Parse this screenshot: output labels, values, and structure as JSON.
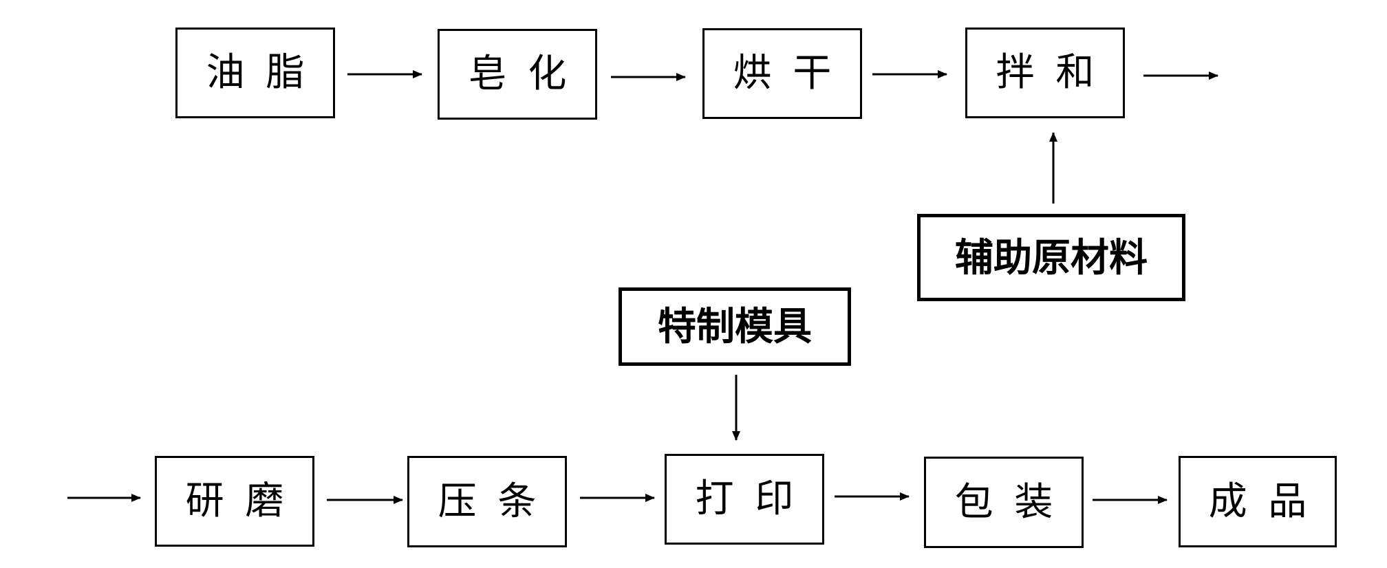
{
  "diagram": {
    "nodes": {
      "oil": "油脂",
      "saponification": "皂化",
      "drying": "烘干",
      "mixing": "拌和",
      "auxiliary": "辅助原材料",
      "mold": "特制模具",
      "grinding": "研磨",
      "extrusion": "压条",
      "stamping": "打印",
      "packaging": "包装",
      "product": "成品"
    },
    "edges": [
      [
        "oil",
        "saponification"
      ],
      [
        "saponification",
        "drying"
      ],
      [
        "drying",
        "mixing"
      ],
      [
        "auxiliary",
        "mixing"
      ],
      [
        "mixing",
        "grinding"
      ],
      [
        "grinding",
        "extrusion"
      ],
      [
        "extrusion",
        "stamping"
      ],
      [
        "mold",
        "stamping"
      ],
      [
        "stamping",
        "packaging"
      ],
      [
        "packaging",
        "product"
      ]
    ],
    "colors": {
      "line": "#000000",
      "box": "#ffffff"
    }
  }
}
